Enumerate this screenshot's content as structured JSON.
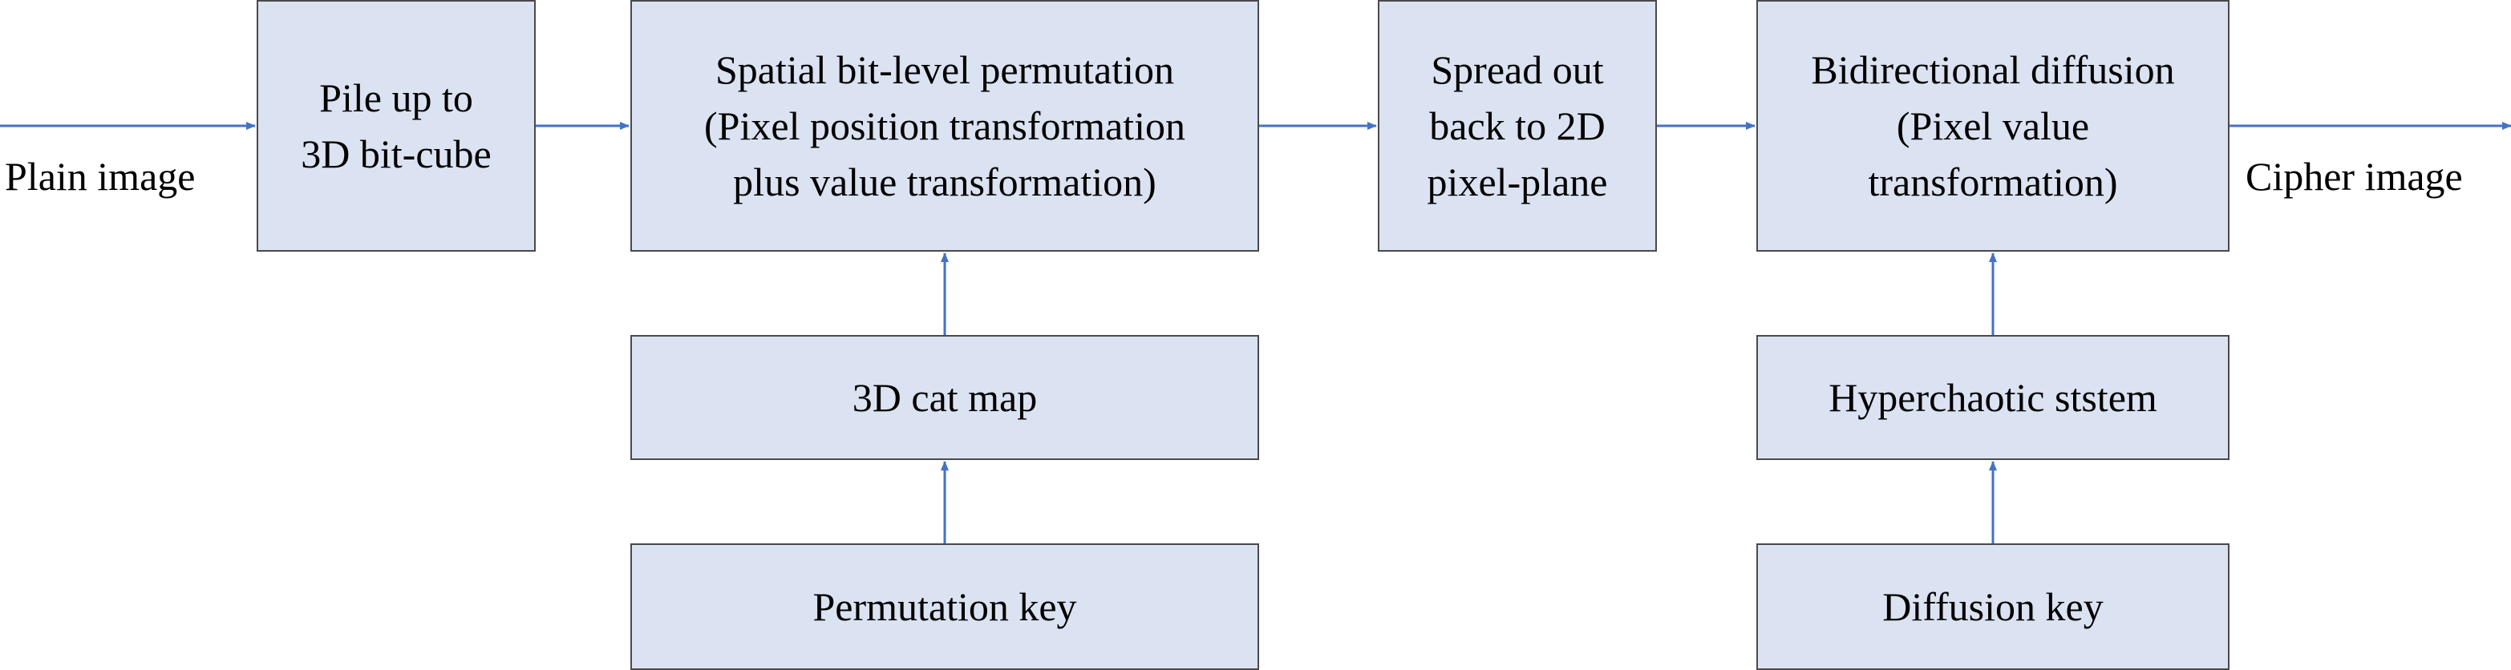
{
  "input_label": "Plain image",
  "output_label": "Cipher image",
  "nodes": {
    "pile_up": [
      "Pile up to",
      "3D bit-cube"
    ],
    "permutation": [
      "Spatial bit-level permutation",
      "(Pixel position transformation",
      "plus value transformation)"
    ],
    "spread_out": [
      "Spread out",
      "back to 2D",
      "pixel-plane"
    ],
    "diffusion": [
      "Bidirectional diffusion",
      "(Pixel value",
      "transformation)"
    ],
    "cat_map": [
      "3D cat map"
    ],
    "permutation_key": [
      "Permutation key"
    ],
    "hyperchaotic": [
      "Hyperchaotic ststem"
    ],
    "diffusion_key": [
      "Diffusion key"
    ]
  },
  "colors": {
    "box_fill": "#dbe2f1",
    "box_border": "#4a4a4a",
    "arrow": "#4472c4"
  }
}
